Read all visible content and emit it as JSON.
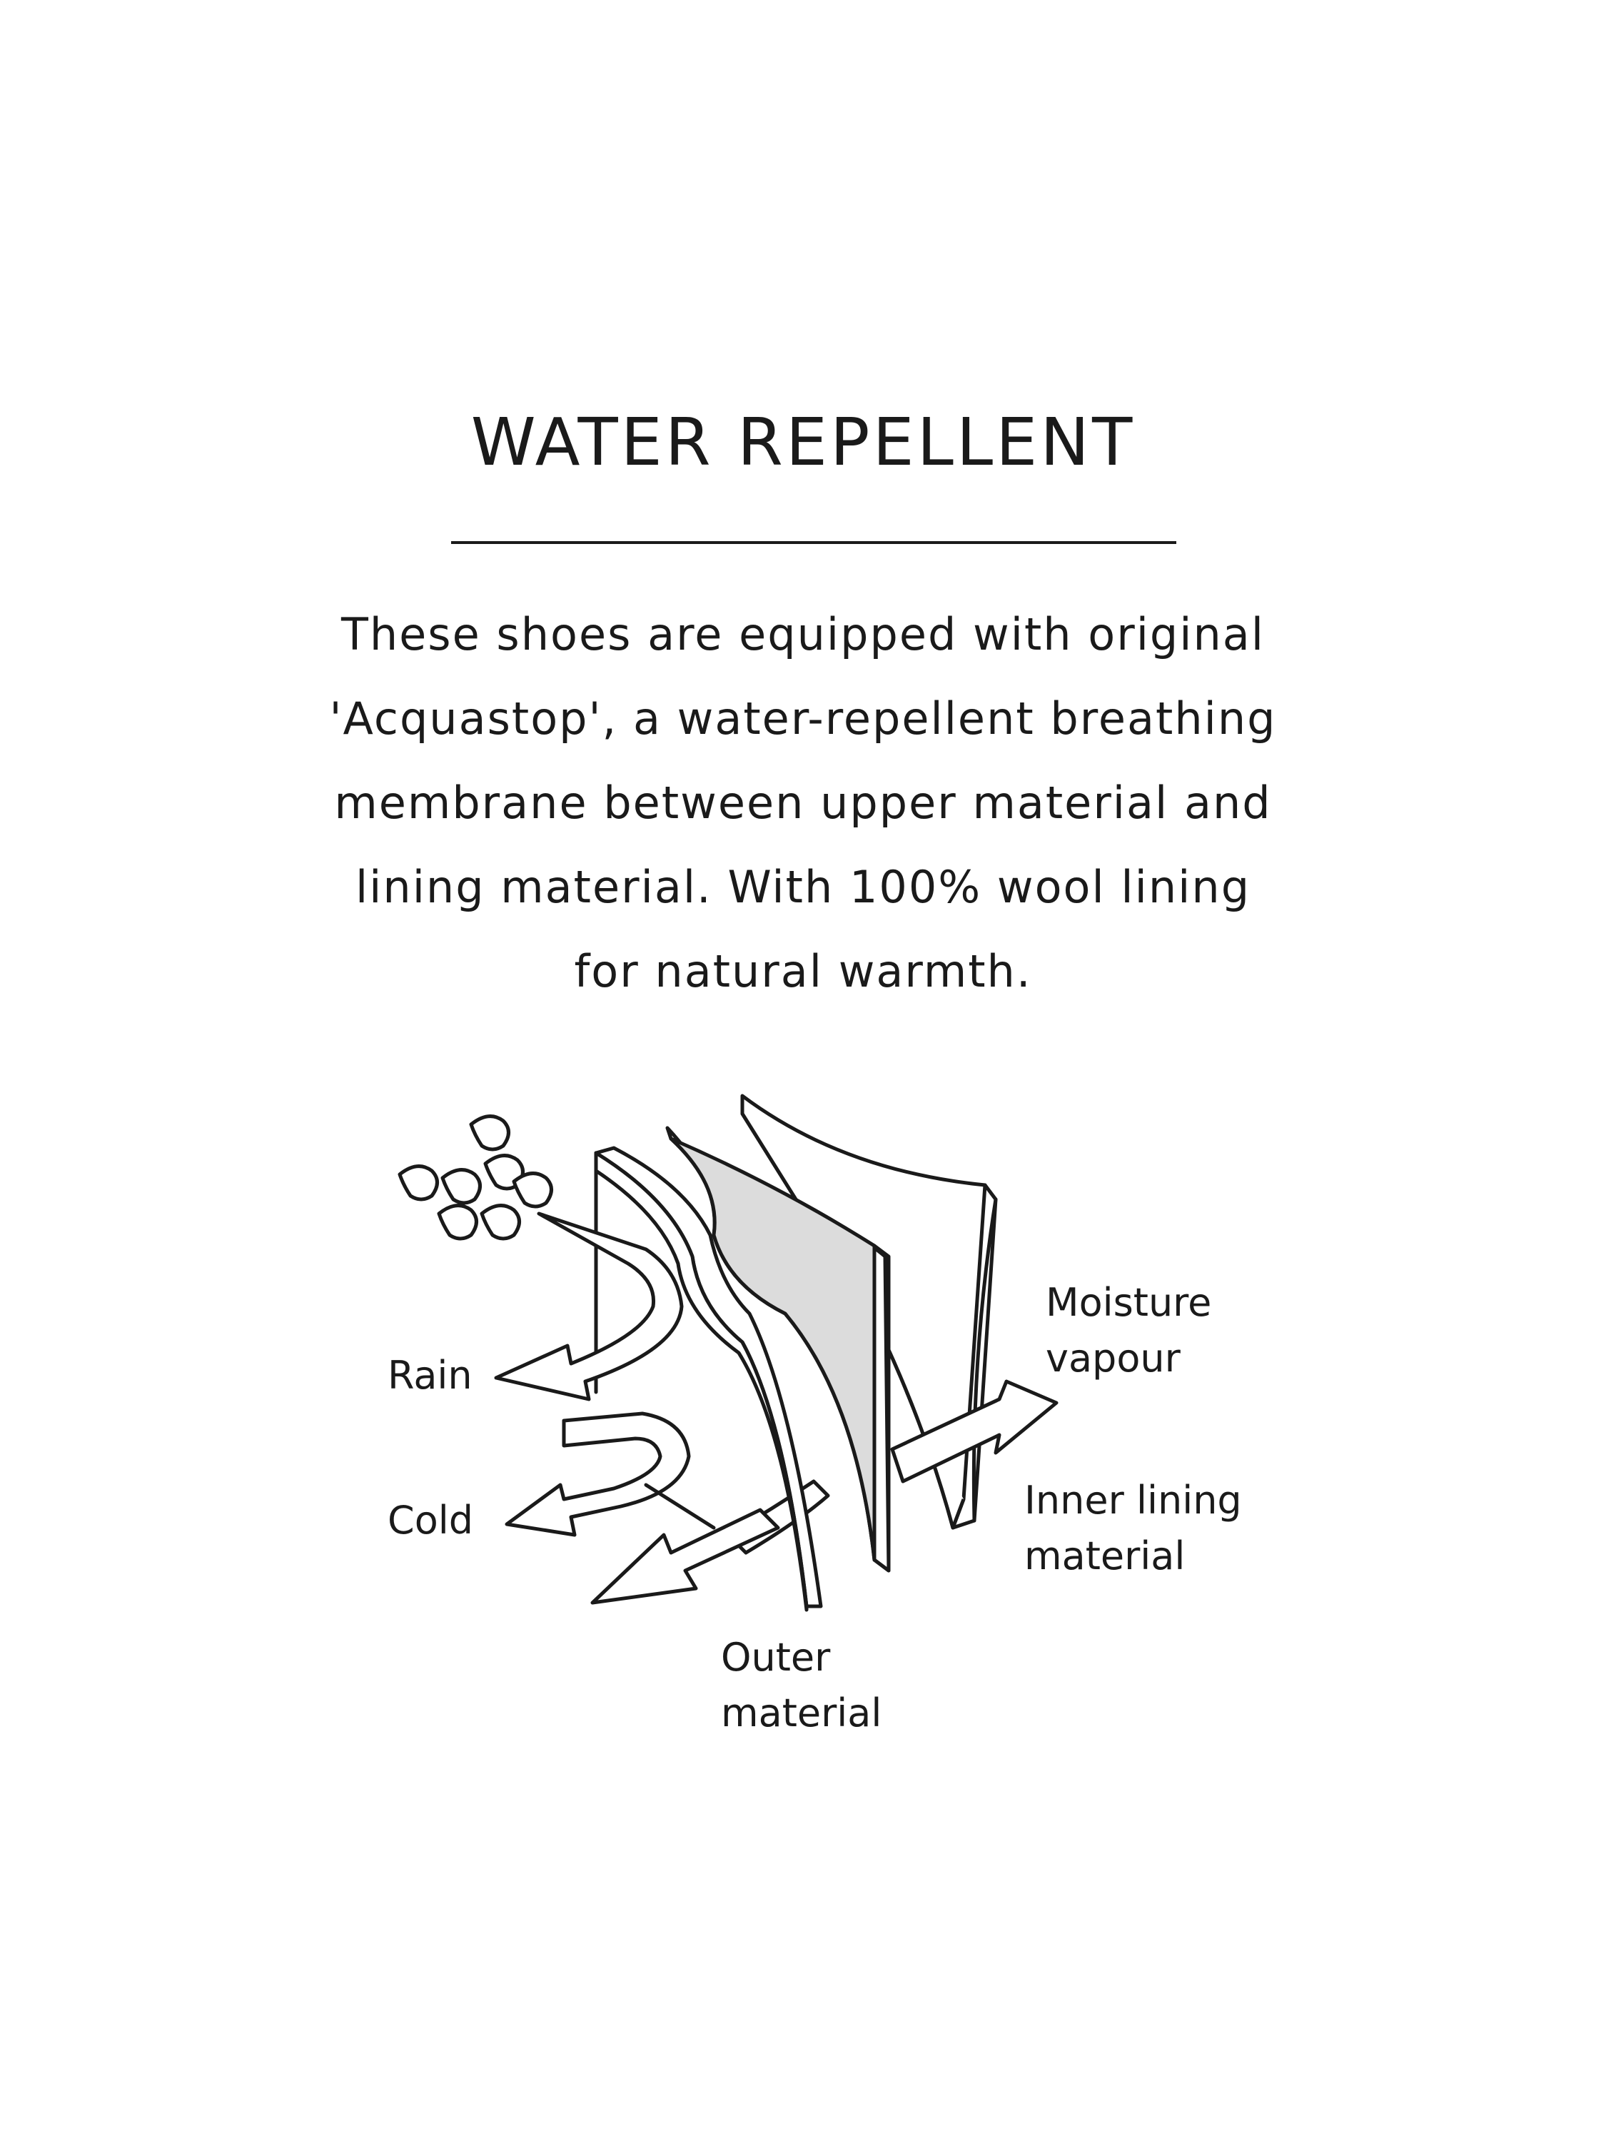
{
  "heading": {
    "title": "WATER REPELLENT"
  },
  "description": {
    "lines": [
      "These shoes are equipped with original",
      "'Acquastop', a water-repellent breathing",
      "membrane between upper material and",
      "lining material. With 100% wool lining",
      "for natural warmth."
    ]
  },
  "diagram": {
    "labels": {
      "rain": "Rain",
      "cold": "Cold",
      "outer_material": [
        "Outer",
        "material"
      ],
      "moisture_vapour": [
        "Moisture",
        "vapour"
      ],
      "inner_lining": [
        "Inner lining",
        "material"
      ]
    }
  },
  "colors": {
    "ink": "#1a1a1a",
    "membrane": "#dcdcdc",
    "background": "#ffffff"
  }
}
